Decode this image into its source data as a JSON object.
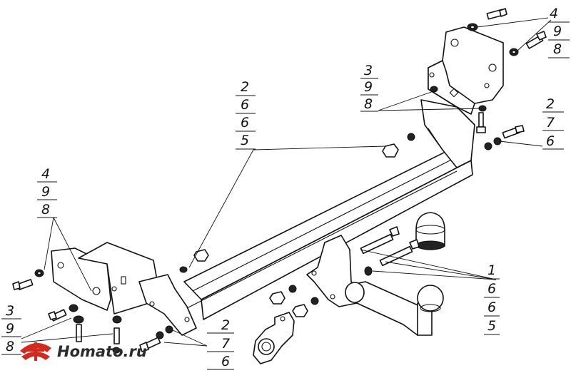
{
  "callouts": {
    "top_right": [
      "4",
      "9",
      "8"
    ],
    "upper_middle": [
      "3",
      "9",
      "8"
    ],
    "right_middle": [
      "2",
      "7",
      "6"
    ],
    "center": [
      "2",
      "6",
      "6",
      "5"
    ],
    "left": [
      "4",
      "9",
      "8"
    ],
    "bottom_left": [
      "3",
      "9",
      "8"
    ],
    "bottom_center": [
      "2",
      "7",
      "6"
    ],
    "bottom_right": [
      "1",
      "6",
      "6",
      "5"
    ]
  },
  "watermark": {
    "text": "Homato.ru",
    "colors": {
      "red": "#d22a1f",
      "dark": "#2b2b2b"
    }
  }
}
